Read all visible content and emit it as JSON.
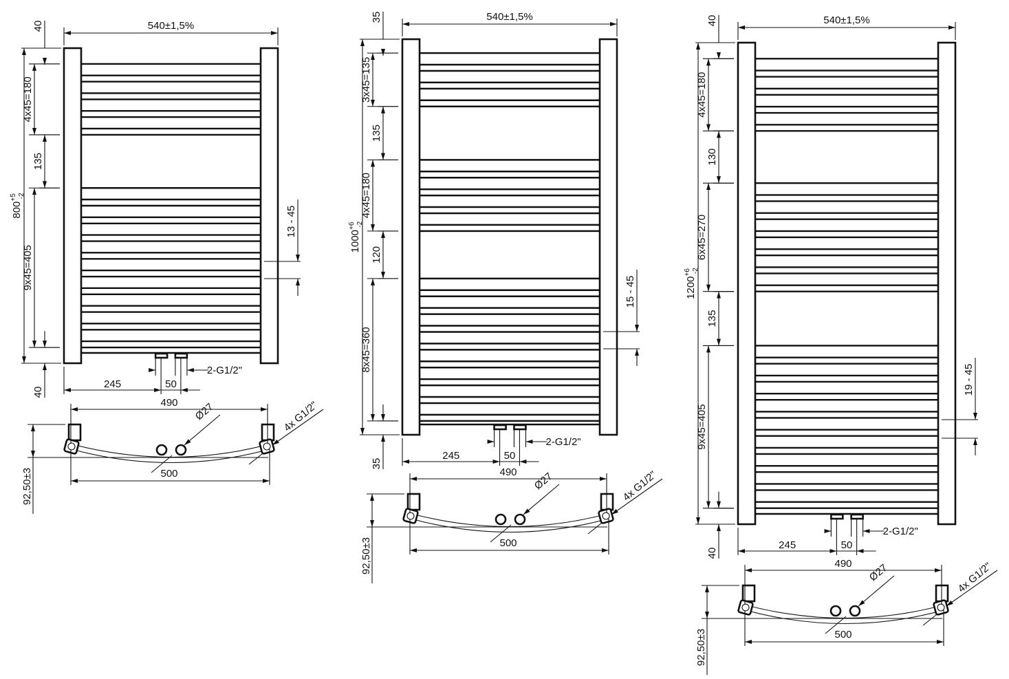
{
  "drawings": [
    {
      "id": "800",
      "width_label": "540±1,5%",
      "height": {
        "value": "800",
        "tol_plus": "+5",
        "tol_minus": "-2",
        "mm": 800
      },
      "chain": [
        {
          "type": "gap",
          "label": "40",
          "mm": 40
        },
        {
          "type": "group",
          "label": "4x45=180",
          "mm": 180,
          "n": 4
        },
        {
          "type": "gap",
          "label": "135",
          "mm": 135
        },
        {
          "type": "group",
          "label": "9x45=405",
          "mm": 405,
          "n": 9
        },
        {
          "type": "gap",
          "label": "40",
          "mm": 40
        }
      ],
      "side_label": "13 - 45",
      "offset_label": "245",
      "spacing_label": "50",
      "connection_label": "2-G1/2\"",
      "plan": {
        "top_label": "490",
        "bottom_label": "500",
        "diameter_label": "Ø27",
        "thread_label": "4x G1/2\"",
        "depth_label": "92,50±3"
      }
    },
    {
      "id": "1000",
      "width_label": "540±1,5%",
      "height": {
        "value": "1000",
        "tol_plus": "+6",
        "tol_minus": "-2",
        "mm": 1000
      },
      "chain": [
        {
          "type": "gap",
          "label": "35",
          "mm": 35
        },
        {
          "type": "group",
          "label": "3x45=135",
          "mm": 135,
          "n": 3
        },
        {
          "type": "gap",
          "label": "135",
          "mm": 135
        },
        {
          "type": "group",
          "label": "4x45=180",
          "mm": 180,
          "n": 4
        },
        {
          "type": "gap",
          "label": "120",
          "mm": 120
        },
        {
          "type": "group",
          "label": "8x45=360",
          "mm": 360,
          "n": 8
        },
        {
          "type": "gap",
          "label": "35",
          "mm": 35
        }
      ],
      "side_label": "15 - 45",
      "offset_label": "245",
      "spacing_label": "50",
      "connection_label": "2-G1/2\"",
      "plan": {
        "top_label": "490",
        "bottom_label": "500",
        "diameter_label": "Ø27",
        "thread_label": "4x G1/2\"",
        "depth_label": "92,50±3"
      }
    },
    {
      "id": "1200",
      "width_label": "540±1,5%",
      "height": {
        "value": "1200",
        "tol_plus": "+6",
        "tol_minus": "-2",
        "mm": 1200
      },
      "chain": [
        {
          "type": "gap",
          "label": "40",
          "mm": 40
        },
        {
          "type": "group",
          "label": "4x45=180",
          "mm": 180,
          "n": 4
        },
        {
          "type": "gap",
          "label": "130",
          "mm": 130
        },
        {
          "type": "group",
          "label": "6x45=270",
          "mm": 270,
          "n": 6
        },
        {
          "type": "gap",
          "label": "135",
          "mm": 135
        },
        {
          "type": "group",
          "label": "9x45=405",
          "mm": 405,
          "n": 9
        },
        {
          "type": "gap",
          "label": "40",
          "mm": 40
        }
      ],
      "side_label": "19 - 45",
      "offset_label": "245",
      "spacing_label": "50",
      "connection_label": "2-G1/2\"",
      "plan": {
        "top_label": "490",
        "bottom_label": "500",
        "diameter_label": "Ø27",
        "thread_label": "4x G1/2\"",
        "depth_label": "92,50±3"
      }
    }
  ]
}
